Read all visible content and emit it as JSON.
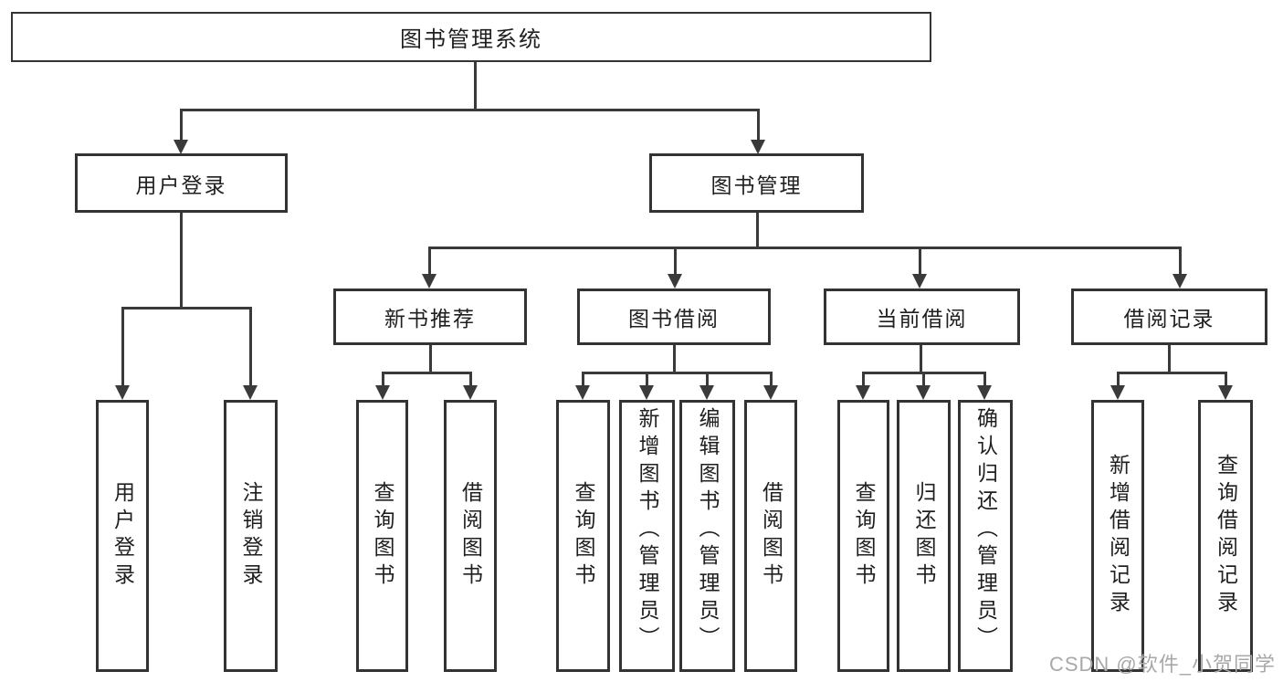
{
  "diagram_title": "图书管理系统",
  "tree": {
    "root": {
      "label": "图书管理系统"
    },
    "level1": [
      {
        "label": "用户登录"
      },
      {
        "label": "图书管理"
      }
    ],
    "level2": [
      {
        "label": "新书推荐",
        "parent": "图书管理"
      },
      {
        "label": "图书借阅",
        "parent": "图书管理"
      },
      {
        "label": "当前借阅",
        "parent": "图书管理"
      },
      {
        "label": "借阅记录",
        "parent": "图书管理"
      }
    ],
    "leaves": [
      {
        "label": "用户登录",
        "parent": "用户登录"
      },
      {
        "label": "注销登录",
        "parent": "用户登录"
      },
      {
        "label": "查询图书",
        "parent": "新书推荐"
      },
      {
        "label": "借阅图书",
        "parent": "新书推荐"
      },
      {
        "label": "查询图书",
        "parent": "图书借阅"
      },
      {
        "label": "新增图书（管理员）",
        "parent": "图书借阅"
      },
      {
        "label": "编辑图书（管理员）",
        "parent": "图书借阅"
      },
      {
        "label": "借阅图书",
        "parent": "图书借阅"
      },
      {
        "label": "查询图书",
        "parent": "当前借阅"
      },
      {
        "label": "归还图书",
        "parent": "当前借阅"
      },
      {
        "label": "确认归还（管理员）",
        "parent": "当前借阅"
      },
      {
        "label": "新增借阅记录",
        "parent": "借阅记录"
      },
      {
        "label": "查询借阅记录",
        "parent": "借阅记录"
      }
    ]
  },
  "watermark": {
    "text": "CSDN @软件_小贺同学"
  },
  "colors": {
    "background": "#ffffff",
    "box_border": "#333333",
    "connector_line": "#3a3a3a",
    "text": "#1f1f1f",
    "watermark": "#a8a8a8"
  }
}
